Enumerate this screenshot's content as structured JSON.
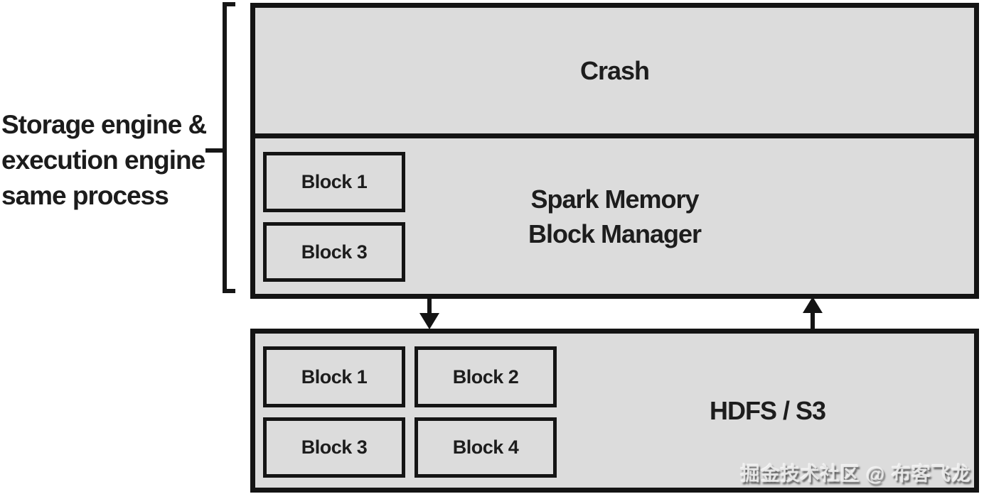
{
  "diagram": {
    "side_label": {
      "line1": "Storage engine &",
      "line2": "execution engine",
      "line3": "same process"
    },
    "top_box": {
      "crash_label": "Crash",
      "title_line1": "Spark Memory",
      "title_line2": "Block Manager",
      "blocks": [
        "Block 1",
        "Block 3"
      ]
    },
    "bottom_box": {
      "title": "HDFS / S3",
      "blocks": [
        "Block 1",
        "Block 2",
        "Block 3",
        "Block 4"
      ]
    },
    "arrows": [
      "arrow-down",
      "arrow-up"
    ],
    "watermark": "掘金技术社区 @ 布客飞龙",
    "colors": {
      "box_fill": "#dcdcdc",
      "border": "#141414",
      "text": "#1d1d1d",
      "background": "#ffffff"
    }
  }
}
